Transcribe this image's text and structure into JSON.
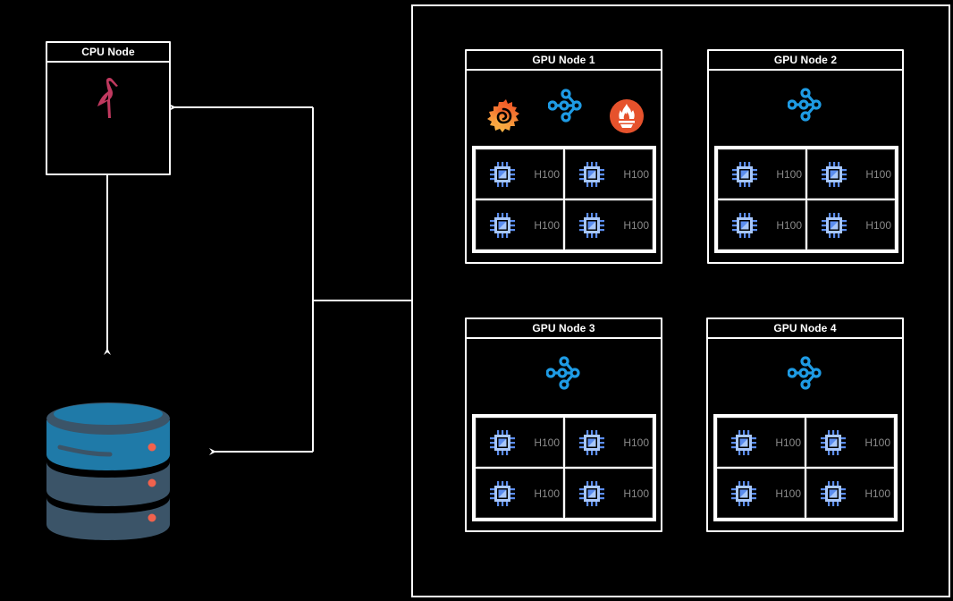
{
  "diagram": {
    "background": "#000000",
    "stroke_color": "#ffffff"
  },
  "cpu_node": {
    "title": "CPU Node",
    "icon": "flamingo-icon",
    "icon_color": "#c0395f"
  },
  "storage": {
    "icon": "database-icon",
    "colors": {
      "top": "#1f7aa8",
      "rim": "#3b5468",
      "body": "#3b5468",
      "led": "#f0624d"
    }
  },
  "cluster": {
    "gpu_nodes": [
      {
        "title": "GPU Node 1",
        "services": [
          {
            "icon": "grafana-icon",
            "color": "#f46800"
          },
          {
            "icon": "pipeline-icon",
            "color": "#1e9be4"
          },
          {
            "icon": "prometheus-icon",
            "color": "#e6522c"
          }
        ],
        "gpus": [
          "H100",
          "H100",
          "H100",
          "H100"
        ]
      },
      {
        "title": "GPU Node 2",
        "services": [
          {
            "icon": "pipeline-icon",
            "color": "#1e9be4"
          }
        ],
        "gpus": [
          "H100",
          "H100",
          "H100",
          "H100"
        ]
      },
      {
        "title": "GPU Node 3",
        "services": [
          {
            "icon": "pipeline-icon",
            "color": "#1e9be4"
          }
        ],
        "gpus": [
          "H100",
          "H100",
          "H100",
          "H100"
        ]
      },
      {
        "title": "GPU Node 4",
        "services": [
          {
            "icon": "pipeline-icon",
            "color": "#1e9be4"
          }
        ],
        "gpus": [
          "H100",
          "H100",
          "H100",
          "H100"
        ]
      }
    ],
    "gpu_icon": "cpu-chip-icon",
    "gpu_icon_color": "#5b8def",
    "gpu_label_color": "#8a8a8a"
  }
}
